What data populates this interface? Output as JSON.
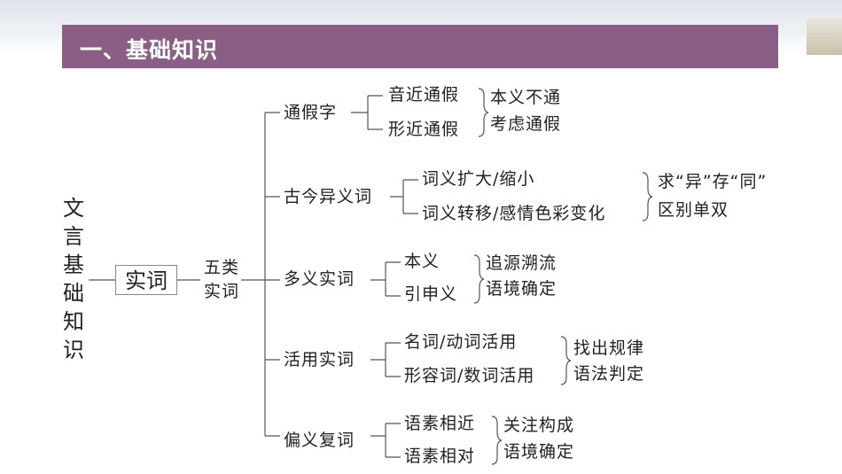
{
  "header": {
    "title": "一、基础知识"
  },
  "root": {
    "label_chars": [
      "文",
      "言",
      "基",
      "础",
      "知",
      "识"
    ]
  },
  "node": {
    "label": "实词",
    "category_line1": "五类",
    "category_line2": "实词"
  },
  "branches": [
    {
      "label": "通假字",
      "items": [
        "音近通假",
        "形近通假"
      ],
      "notes": [
        "本义不通",
        "考虑通假"
      ]
    },
    {
      "label": "古今异义词",
      "items": [
        "词义扩大/缩小",
        "词义转移/感情色彩变化"
      ],
      "notes": [
        "求“异”存“同”",
        "区别单双"
      ]
    },
    {
      "label": "多义实词",
      "items": [
        "本义",
        "引申义"
      ],
      "notes": [
        "追源溯流",
        "语境确定"
      ]
    },
    {
      "label": "活用实词",
      "items": [
        "名词/动词活用",
        "形容词/数词活用"
      ],
      "notes": [
        "找出规律",
        "语法判定"
      ]
    },
    {
      "label": "偏义复词",
      "items": [
        "语素相近",
        "语素相对"
      ],
      "notes": [
        "关注构成",
        "语境确定"
      ]
    }
  ]
}
